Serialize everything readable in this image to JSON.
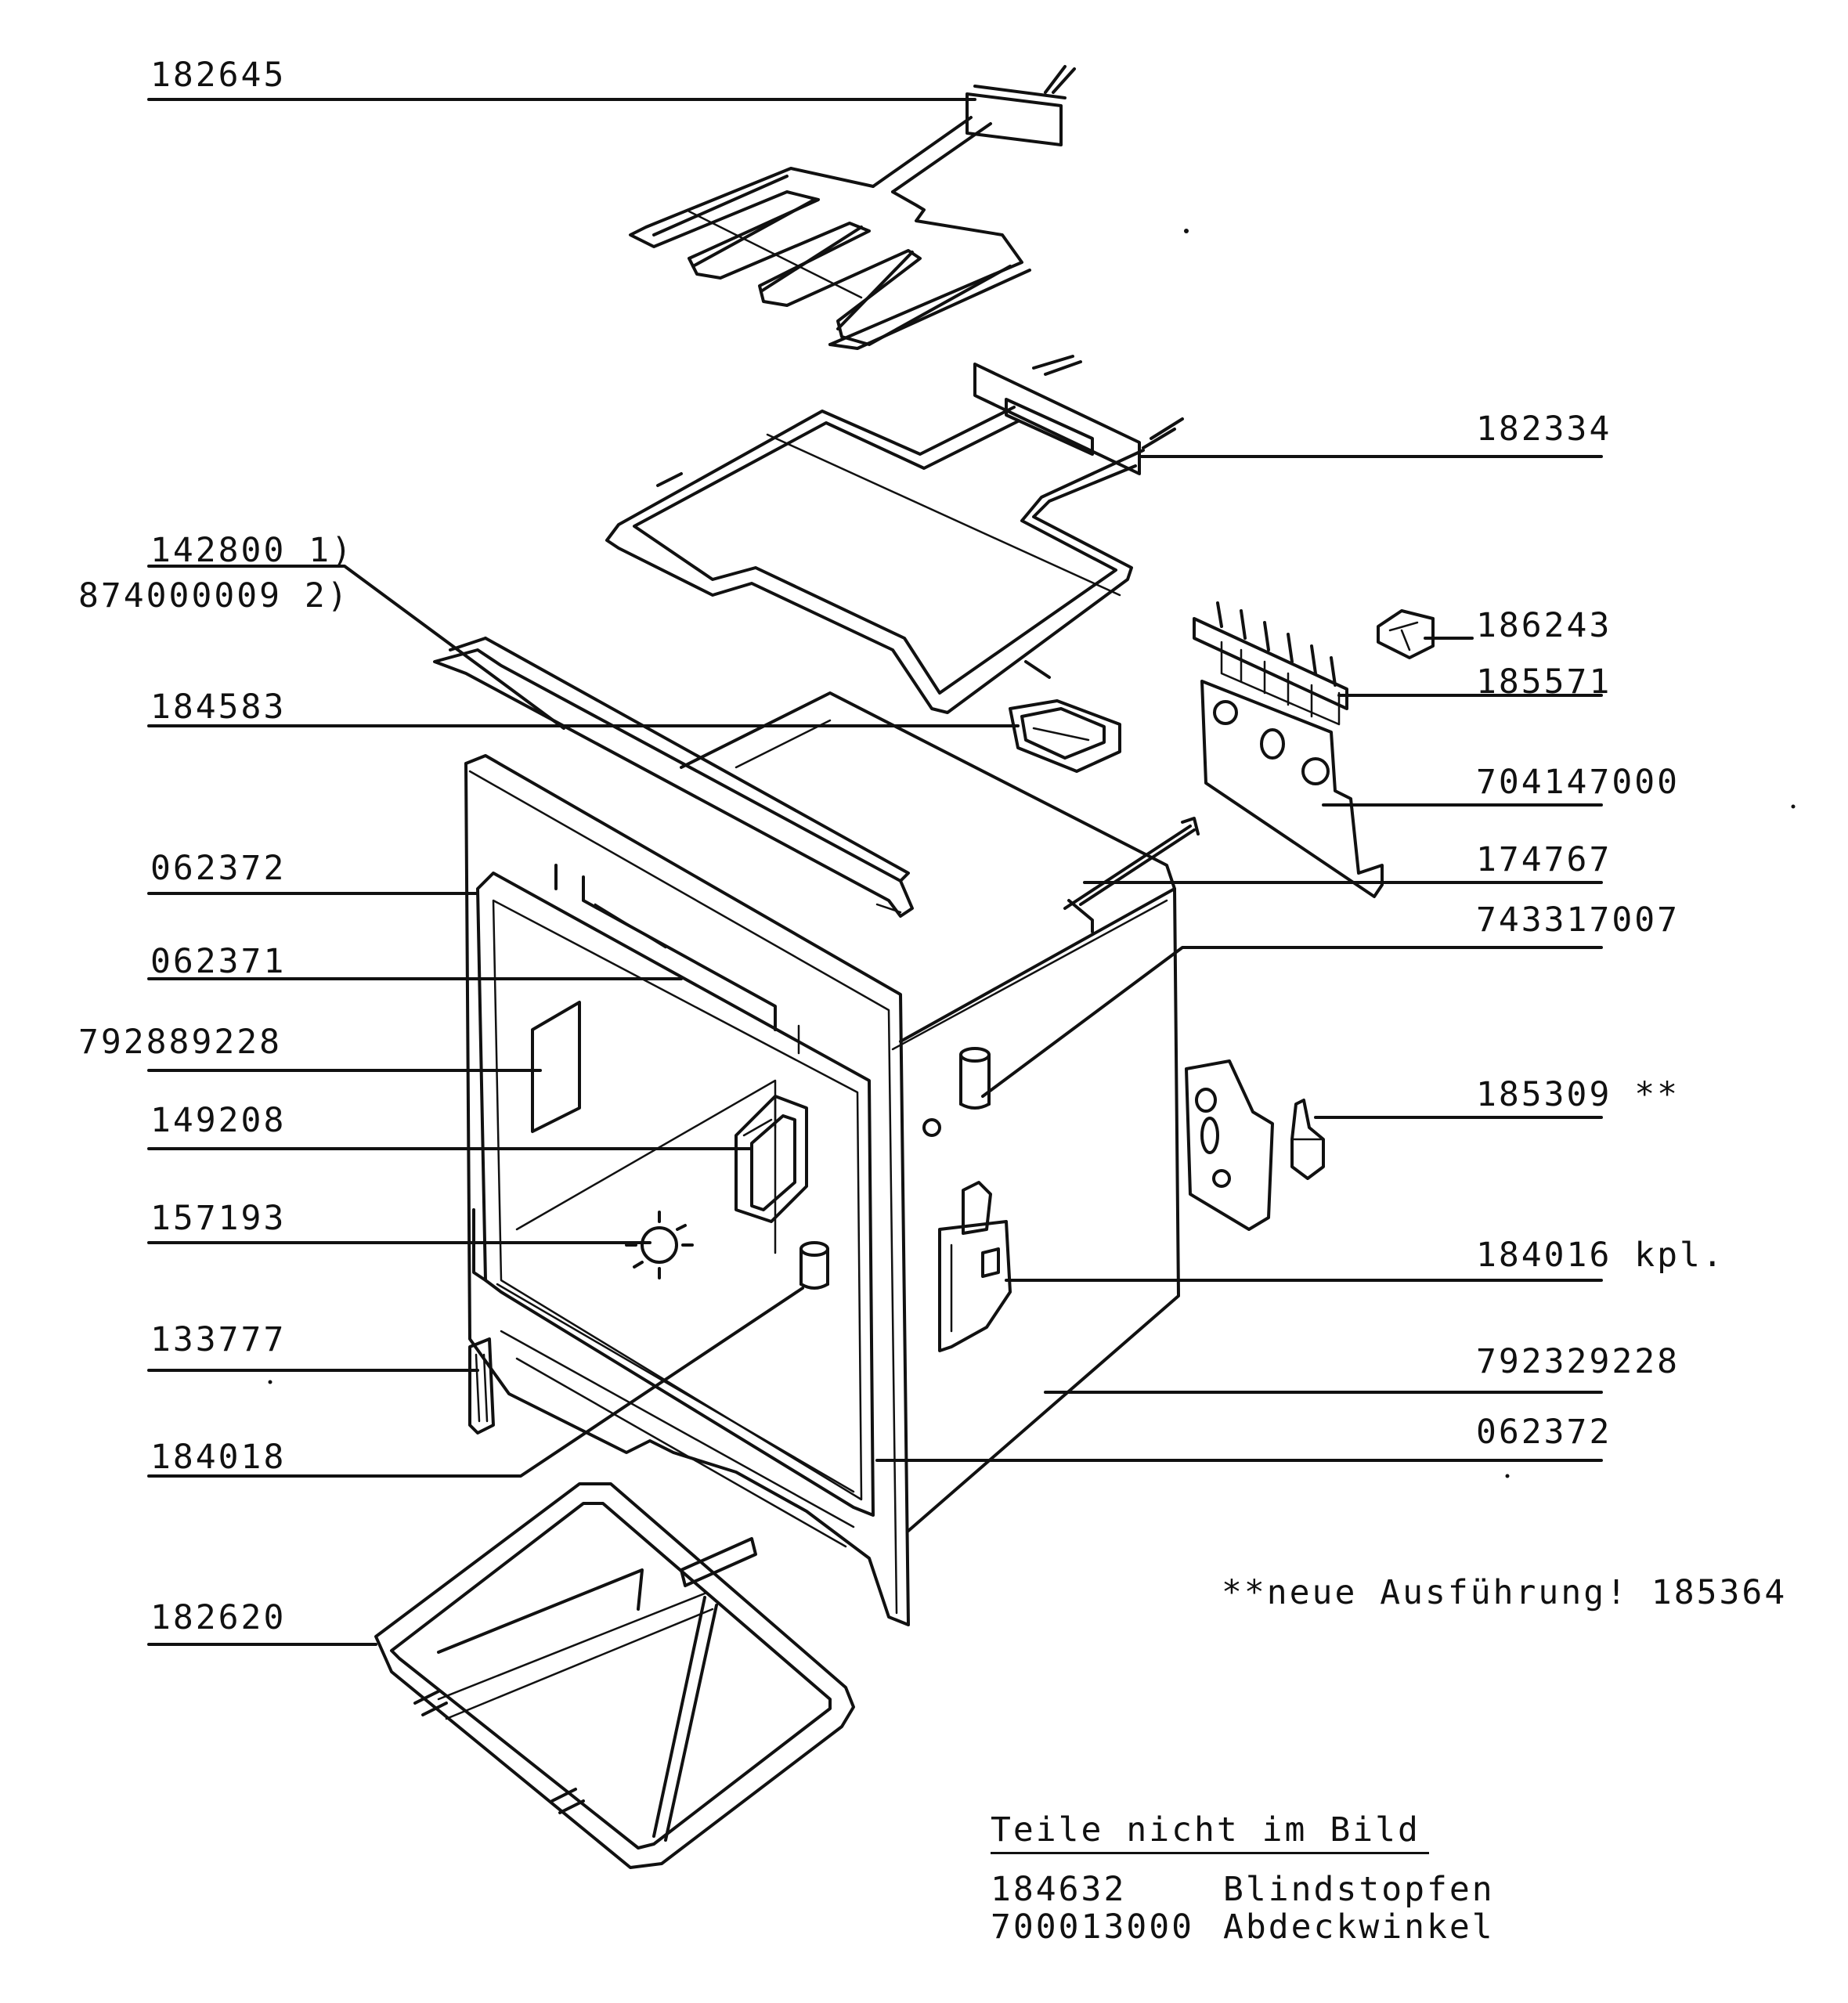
{
  "labels": {
    "l182645": "182645",
    "l182334": "182334",
    "l142800": "142800 1)",
    "l874000009": "874000009 2)",
    "l184583": "184583",
    "l186243": "186243",
    "l185571": "185571",
    "l704147000": "704147000",
    "l062372_top": "062372",
    "l174767": "174767",
    "l743317007": "743317007",
    "l062371": "062371",
    "l792889228": "792889228",
    "l149208": "149208",
    "l185309": "185309 **",
    "l157193": "157193",
    "l184016": "184016 kpl.",
    "l133777": "133777",
    "l792329228": "792329228",
    "l184018": "184018",
    "l062372_bottom": "062372",
    "l182620": "182620"
  },
  "note_new": "**neue Ausführung! 185364",
  "parts_not_shown": {
    "heading": "Teile nicht im Bild",
    "items": [
      {
        "number": "184632",
        "name": "Blindstopfen"
      },
      {
        "number": "700013000",
        "name": "Abdeckwinkel"
      }
    ]
  }
}
